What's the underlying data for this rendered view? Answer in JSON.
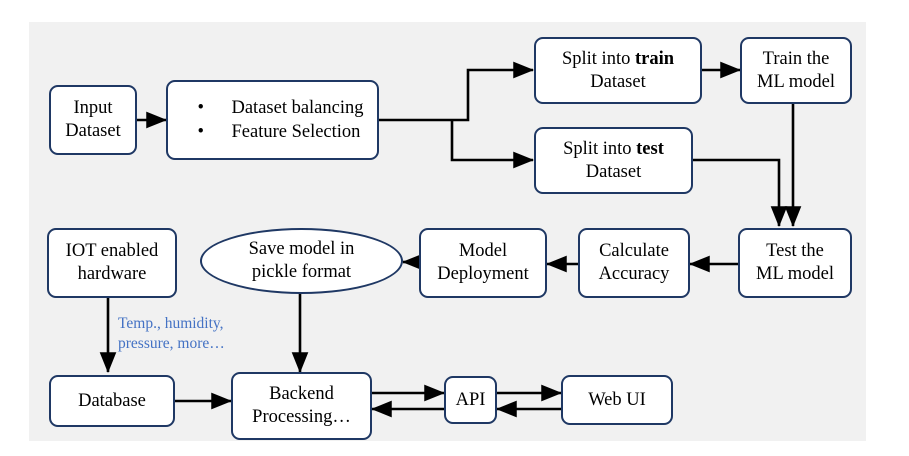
{
  "diagram": {
    "title": "Machine Learning Pipeline with IOT Deployment Flowchart",
    "background_color": "#f1f1f1",
    "node_border_color": "#1f3864",
    "node_fill_color": "#ffffff",
    "arrow_color": "#000000",
    "label_color": "#4472c4"
  },
  "nodes": {
    "input_dataset": {
      "label": "Input\nDataset",
      "line1": "Input",
      "line2": "Dataset",
      "shape": "rounded-rect"
    },
    "preprocessing": {
      "shape": "rounded-rect",
      "bullets": [
        "Dataset balancing",
        "Feature Selection"
      ],
      "bullet_glyph": "•"
    },
    "split_train": {
      "shape": "rounded-rect",
      "prefix": "Split into ",
      "emphasis": "train",
      "line2": "Dataset"
    },
    "split_test": {
      "shape": "rounded-rect",
      "prefix": "Split into ",
      "emphasis": "test",
      "line2": "Dataset"
    },
    "train_model": {
      "shape": "rounded-rect",
      "line1": "Train the",
      "line2": "ML model"
    },
    "test_model": {
      "shape": "rounded-rect",
      "line1": "Test the",
      "line2": "ML model"
    },
    "calculate_accuracy": {
      "shape": "rounded-rect",
      "line1": "Calculate",
      "line2": "Accuracy"
    },
    "model_deployment": {
      "shape": "rounded-rect",
      "line1": "Model",
      "line2": "Deployment"
    },
    "save_pickle": {
      "shape": "ellipse",
      "line1": "Save model in",
      "line2": "pickle format"
    },
    "iot_hardware": {
      "shape": "rounded-rect",
      "line1": "IOT enabled",
      "line2": "hardware"
    },
    "database": {
      "shape": "rounded-rect",
      "line1": "Database"
    },
    "backend": {
      "shape": "rounded-rect",
      "line1": "Backend",
      "line2": "Processing…"
    },
    "api": {
      "shape": "rounded-rect",
      "line1": "API"
    },
    "web_ui": {
      "shape": "rounded-rect",
      "line1": "Web UI"
    }
  },
  "edge_labels": {
    "iot_to_database": {
      "line1": "Temp., humidity,",
      "line2": "pressure, more…"
    }
  },
  "chart_data": {
    "type": "diagram",
    "title": "ML Pipeline with IOT Deployment",
    "nodes": [
      "Input Dataset",
      "Dataset balancing / Feature Selection",
      "Split into train Dataset",
      "Split into test Dataset",
      "Train the ML model",
      "Test the ML model",
      "Calculate Accuracy",
      "Model Deployment",
      "Save model in pickle format",
      "IOT enabled hardware",
      "Database",
      "Backend Processing…",
      "API",
      "Web UI"
    ],
    "edges": [
      {
        "from": "Input Dataset",
        "to": "Dataset balancing / Feature Selection",
        "type": "arrow"
      },
      {
        "from": "Dataset balancing / Feature Selection",
        "to": "Split into train Dataset",
        "type": "arrow"
      },
      {
        "from": "Dataset balancing / Feature Selection",
        "to": "Split into test Dataset",
        "type": "arrow"
      },
      {
        "from": "Split into train Dataset",
        "to": "Train the ML model",
        "type": "arrow"
      },
      {
        "from": "Train the ML model",
        "to": "Test the ML model",
        "type": "arrow"
      },
      {
        "from": "Split into test Dataset",
        "to": "Test the ML model",
        "type": "arrow"
      },
      {
        "from": "Test the ML model",
        "to": "Calculate Accuracy",
        "type": "arrow"
      },
      {
        "from": "Calculate Accuracy",
        "to": "Model Deployment",
        "type": "arrow"
      },
      {
        "from": "Model Deployment",
        "to": "Save model in pickle format",
        "type": "arrow"
      },
      {
        "from": "Save model in pickle format",
        "to": "Backend Processing…",
        "type": "arrow"
      },
      {
        "from": "IOT enabled hardware",
        "to": "Database",
        "type": "arrow",
        "label": "Temp., humidity, pressure, more…"
      },
      {
        "from": "Database",
        "to": "Backend Processing…",
        "type": "arrow"
      },
      {
        "from": "Backend Processing…",
        "to": "API",
        "type": "bidirectional"
      },
      {
        "from": "API",
        "to": "Web UI",
        "type": "bidirectional"
      }
    ]
  }
}
